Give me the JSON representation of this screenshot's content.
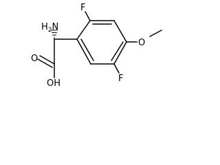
{
  "structure": {
    "atoms": {
      "amine_H": "H",
      "amine_sub": "2",
      "amine_N": "N",
      "hydroxyl": "OH",
      "carbonyl_O": "O",
      "fluoro_top": "F",
      "fluoro_bottom": "F",
      "methoxy_O": "O"
    }
  }
}
